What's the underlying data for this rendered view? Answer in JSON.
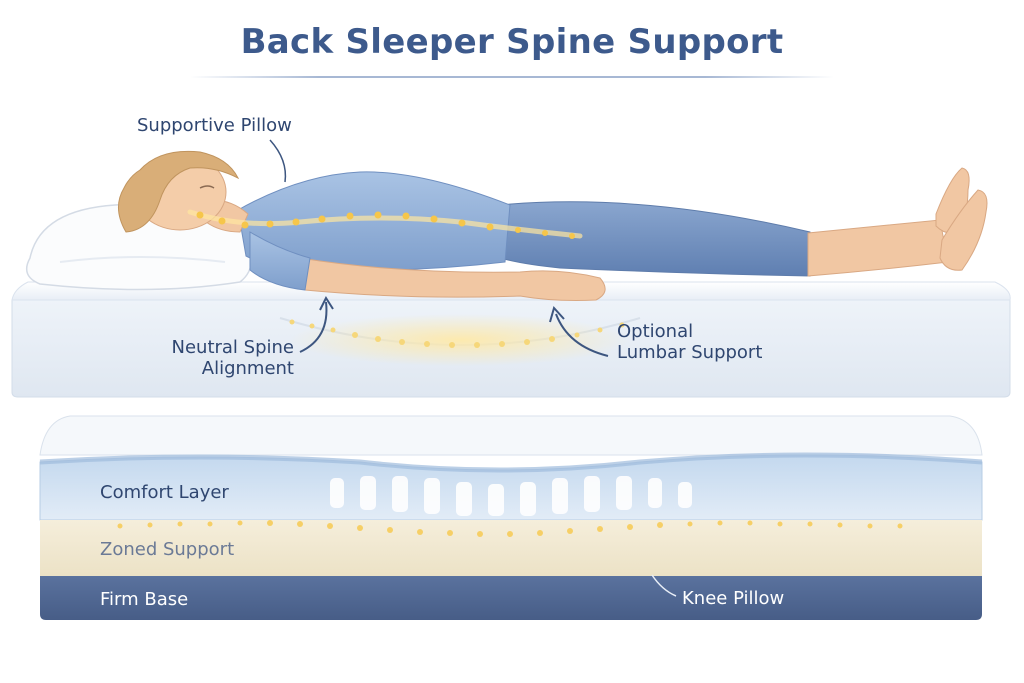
{
  "title": "Back Sleeper Spine Support",
  "callouts": {
    "pillow": "Supportive Pillow",
    "neutral_spine_line1": "Neutral Spine",
    "neutral_spine_line2": "Alignment",
    "lumbar_line1": "Optional",
    "lumbar_line2": "Lumbar Support"
  },
  "layers": {
    "comfort": "Comfort Layer",
    "zoned": "Zoned Support",
    "base": "Firm Base"
  },
  "knee_pillow": "Knee Pillow",
  "colors": {
    "title": "#3d5a8c",
    "label": "#2f4670",
    "comfort_layer": "#aecbe6",
    "zoned_layer": "#efe6cf",
    "firm_base": "#4f6794",
    "glow": "#f6c64a",
    "clothing": "#7f9fcc"
  }
}
